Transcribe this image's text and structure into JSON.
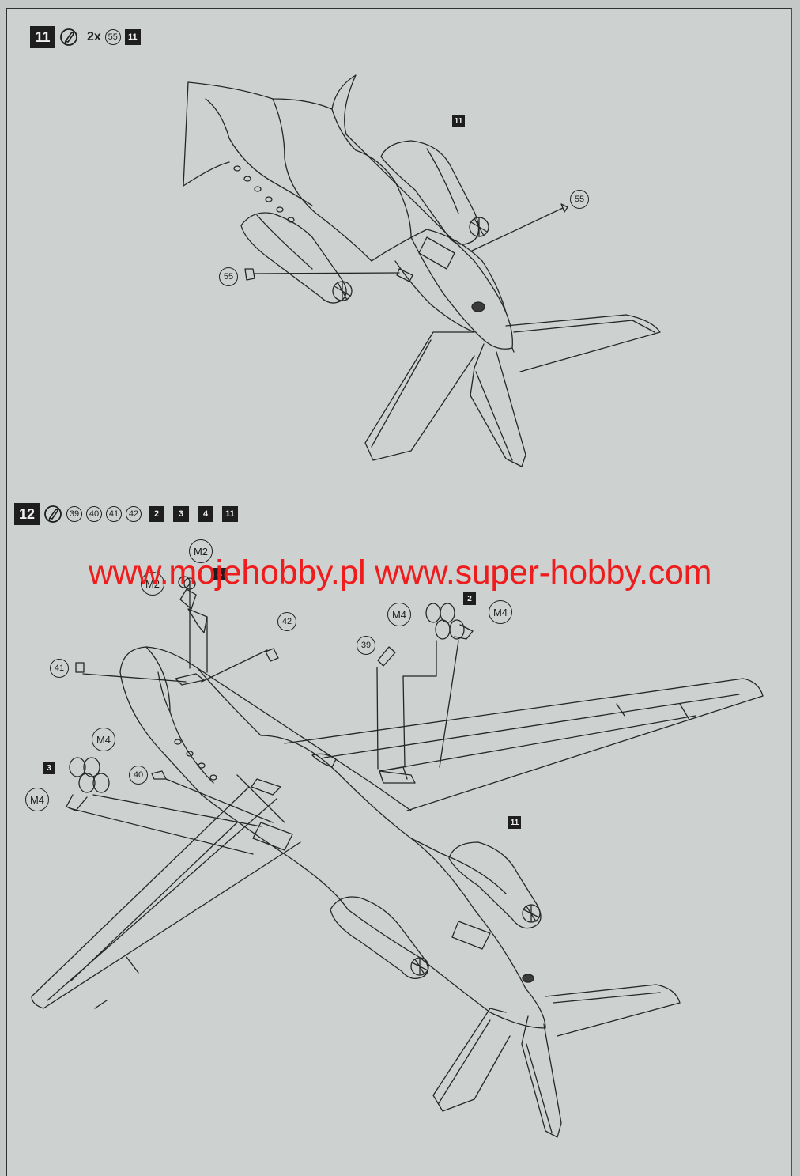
{
  "watermark": "www.mojehobby.pl www.super-hobby.com",
  "steps": [
    {
      "number": "11",
      "glue_icon": "glue-icon",
      "quantity": "2x",
      "parts": [
        "55"
      ],
      "sprues": [
        "11"
      ],
      "callouts": {
        "sprue_label": "11",
        "part_right": "55",
        "part_left": "55"
      }
    },
    {
      "number": "12",
      "glue_icon": "glue-icon",
      "parts": [
        "39",
        "40",
        "41",
        "42"
      ],
      "sprues": [
        "2",
        "3",
        "4",
        "11"
      ],
      "callouts": {
        "m2_top": "M2",
        "m2_left": "M2",
        "sprue_4": "4",
        "part_42": "42",
        "part_41": "41",
        "part_39": "39",
        "part_40": "40",
        "sprue_2": "2",
        "m4_right_a": "M4",
        "m4_right_b": "M4",
        "sprue_3": "3",
        "m4_left_top": "M4",
        "m4_left_bottom": "M4",
        "sprue_11": "11"
      }
    }
  ],
  "colors": {
    "watermark": "#ee1c1c",
    "paper": "#cdd2d1",
    "ink": "#1e1e1e"
  }
}
